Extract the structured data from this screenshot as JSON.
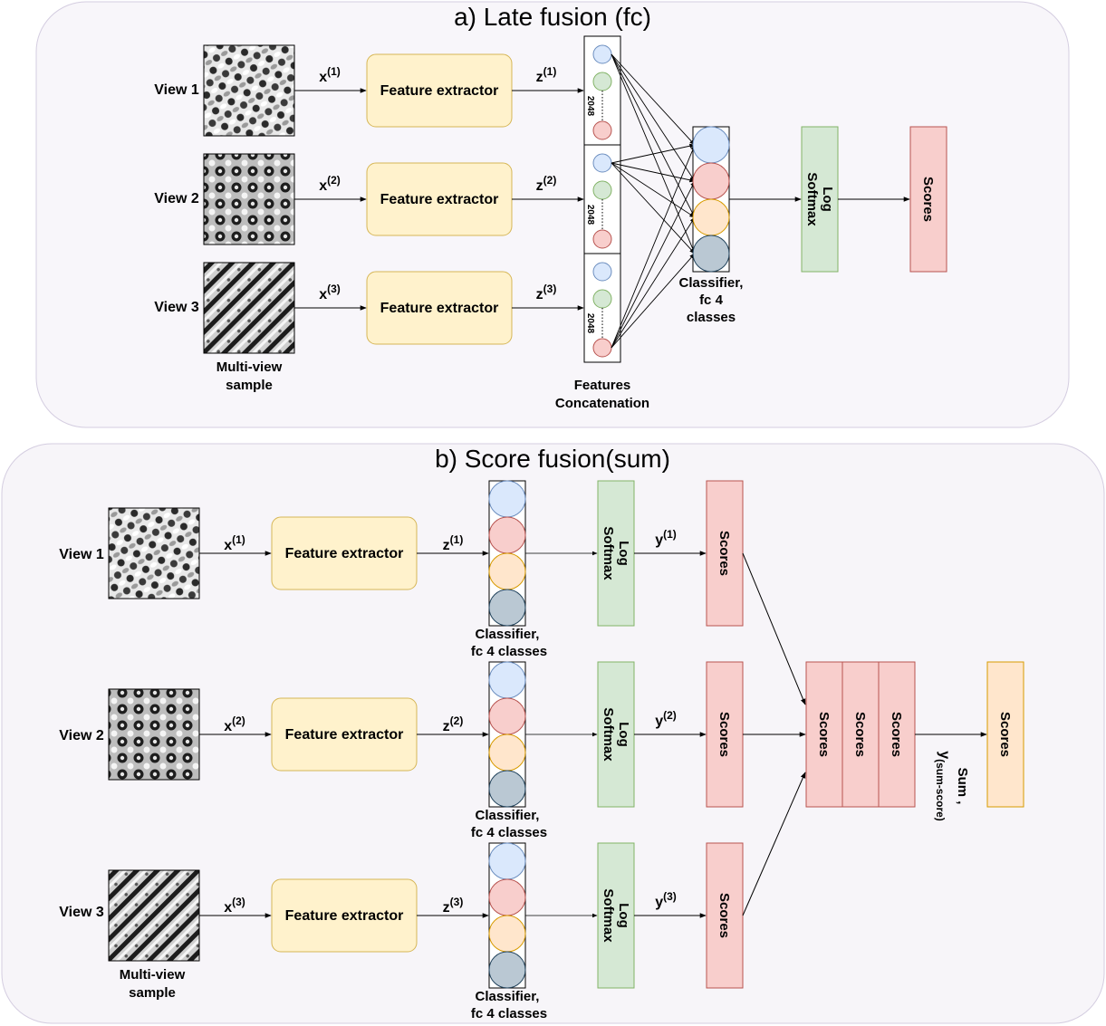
{
  "panel_a": {
    "title": "a) Late fusion (fc)",
    "views": [
      {
        "label": "View 1",
        "x_var": "x",
        "x_sup": "(1)",
        "z_var": "z",
        "z_sup": "(1)",
        "pattern": "texture-a"
      },
      {
        "label": "View 2",
        "x_var": "x",
        "x_sup": "(2)",
        "z_var": "z",
        "z_sup": "(2)",
        "pattern": "texture-b"
      },
      {
        "label": "View 3",
        "x_var": "x",
        "x_sup": "(3)",
        "z_var": "z",
        "z_sup": "(3)",
        "pattern": "texture-c"
      }
    ],
    "extractor_label": "Feature extractor",
    "feature_dim": "2048",
    "multiview_label": [
      "Multi-view",
      "sample"
    ],
    "concat_label": [
      "Features",
      "Concatenation"
    ],
    "classifier_label": [
      "Classifier,",
      "fc 4",
      "classes"
    ],
    "softmax_label": [
      "Log",
      "Softmax"
    ],
    "scores_label": "Scores"
  },
  "panel_b": {
    "title": "b) Score fusion(sum)",
    "views": [
      {
        "label": "View 1",
        "x_var": "x",
        "x_sup": "(1)",
        "z_var": "z",
        "z_sup": "(1)",
        "y_var": "y",
        "y_sup": "(1)",
        "pattern": "texture-a"
      },
      {
        "label": "View 2",
        "x_var": "x",
        "x_sup": "(2)",
        "z_var": "z",
        "z_sup": "(2)",
        "y_var": "y",
        "y_sup": "(2)",
        "pattern": "texture-b"
      },
      {
        "label": "View 3",
        "x_var": "x",
        "x_sup": "(3)",
        "z_var": "z",
        "z_sup": "(3)",
        "y_var": "y",
        "y_sup": "(3)",
        "pattern": "texture-c"
      }
    ],
    "extractor_label": "Feature extractor",
    "classifier_label": [
      "Classifier,",
      "fc 4 classes"
    ],
    "softmax_label": [
      "Log",
      "Softmax"
    ],
    "scores_label": "Scores",
    "stacked_scores": [
      "Scores",
      "Scores",
      "Scores"
    ],
    "sum_label": "Sum ,",
    "sum_var": "y",
    "sum_sub": "(sum-score)",
    "final_scores_label": "Scores",
    "multiview_label": [
      "Multi-view",
      "sample"
    ]
  },
  "colors": {
    "panel_a_bg": "#f8f6fa",
    "panel_b_bg": "#f7f5f9",
    "panel_border": "#d4cde0",
    "extractor_fill": "#fff2cc",
    "extractor_stroke": "#d6b656",
    "softmax_fill": "#d5e8d4",
    "softmax_stroke": "#82b366",
    "scores_fill": "#f8cecc",
    "scores_stroke": "#b85450",
    "final_scores_fill": "#ffe6cc",
    "final_scores_stroke": "#d79b00",
    "class_colors": [
      "#dae8fc",
      "#f8cecc",
      "#ffe6cc",
      "#bac8d3"
    ],
    "class_strokes": [
      "#6c8ebf",
      "#b85450",
      "#d79b00",
      "#23445d"
    ],
    "feature_node_colors": [
      "#dae8fc",
      "#d5e8d4",
      "#f8cecc"
    ],
    "feature_node_strokes": [
      "#6c8ebf",
      "#82b366",
      "#b85450"
    ]
  }
}
